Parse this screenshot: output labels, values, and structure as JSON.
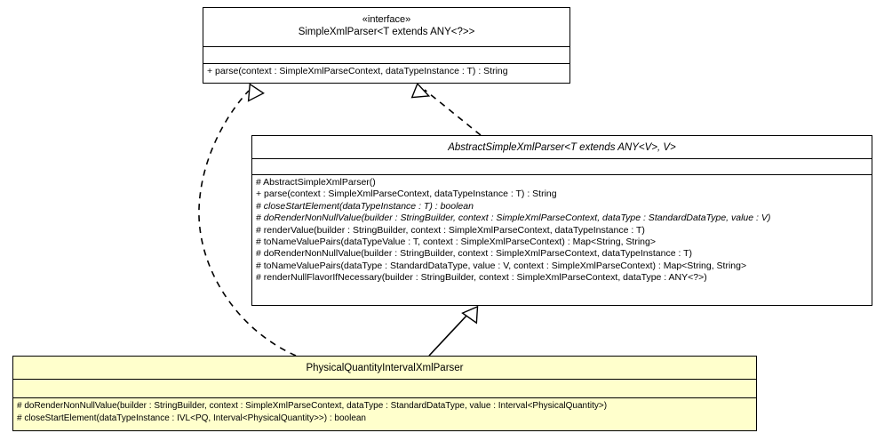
{
  "diagram": {
    "title": "UML class diagram",
    "background_color": "#ffffff",
    "line_color": "#000000",
    "highlight_color": "#ffffcc"
  },
  "classes": {
    "interface": {
      "stereotype": "«interface»",
      "name": "SimpleXmlParser<T extends ANY<?>>",
      "attributes": [],
      "operations": [
        "+ parse(context : SimpleXmlParseContext, dataTypeInstance : T) : String"
      ]
    },
    "abstract": {
      "stereotype": "",
      "name": "AbstractSimpleXmlParser<T extends ANY<V>, V>",
      "attributes": [],
      "operations": [
        "# AbstractSimpleXmlParser()",
        "+ parse(context : SimpleXmlParseContext, dataTypeInstance : T) : String",
        "# closeStartElement(dataTypeInstance : T) : boolean",
        "# doRenderNonNullValue(builder : StringBuilder, context : SimpleXmlParseContext, dataType : StandardDataType, value : V)",
        "# renderValue(builder : StringBuilder, context : SimpleXmlParseContext, dataTypeInstance : T)",
        "# toNameValuePairs(dataTypeValue : T, context : SimpleXmlParseContext) : Map<String, String>",
        "# doRenderNonNullValue(builder : StringBuilder, context : SimpleXmlParseContext, dataTypeInstance : T)",
        "# toNameValuePairs(dataType : StandardDataType, value : V, context : SimpleXmlParseContext) : Map<String, String>",
        "# renderNullFlavorIfNecessary(builder : StringBuilder, context : SimpleXmlParseContext, dataType : ANY<?>)"
      ]
    },
    "concrete": {
      "stereotype": "",
      "name": "PhysicalQuantityIntervalXmlParser",
      "attributes": [],
      "operations": [
        "# doRenderNonNullValue(builder : StringBuilder, context : SimpleXmlParseContext, dataType : StandardDataType, value : Interval<PhysicalQuantity>)",
        "# closeStartElement(dataTypeInstance : IVL<PQ, Interval<PhysicalQuantity>>) : boolean"
      ]
    }
  },
  "relationships": [
    {
      "name": "realization-abstract-to-interface",
      "type": "realization",
      "from": "abstract",
      "to": "interface",
      "style": "dashed",
      "arrowhead": "hollow-triangle"
    },
    {
      "name": "realization-concrete-to-interface",
      "type": "realization",
      "from": "concrete",
      "to": "interface",
      "style": "dashed",
      "arrowhead": "hollow-triangle"
    },
    {
      "name": "generalization-concrete-to-abstract",
      "type": "generalization",
      "from": "concrete",
      "to": "abstract",
      "style": "solid",
      "arrowhead": "hollow-triangle"
    }
  ]
}
